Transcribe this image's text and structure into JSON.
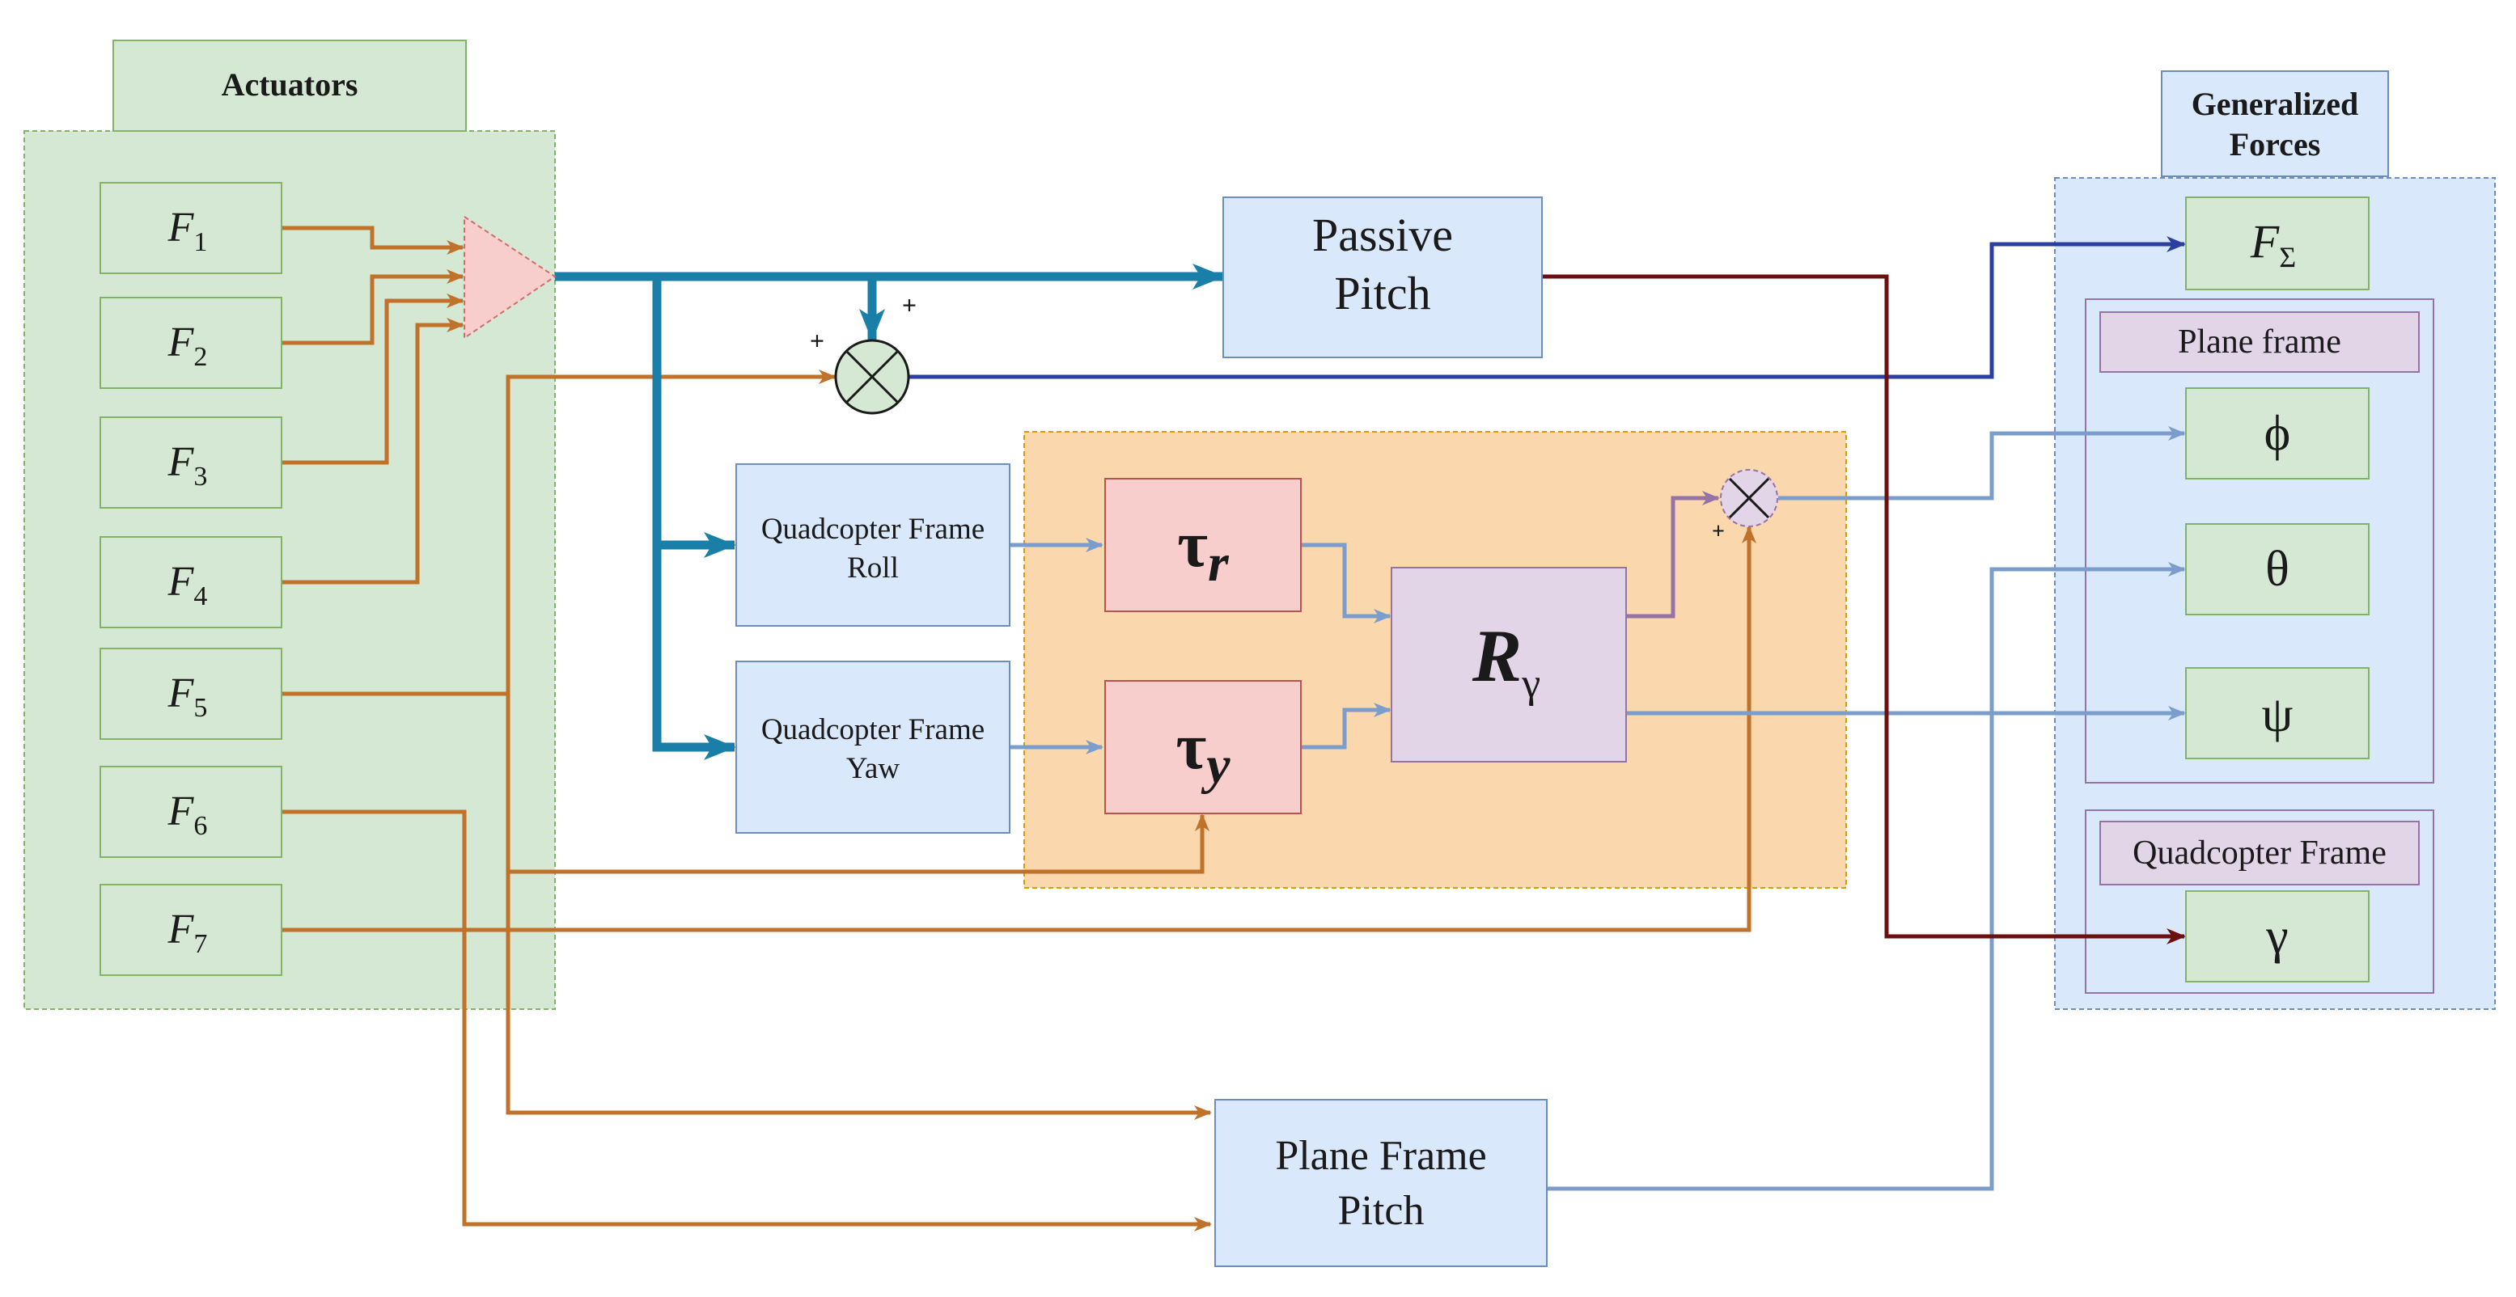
{
  "colors": {
    "green_fill": "#d5e8d4",
    "green_stroke": "#82b366",
    "blue_fill": "#dae8fc",
    "blue_stroke": "#6c8ebf",
    "red_fill": "#f8cecc",
    "red_stroke": "#b85450",
    "purple_fill": "#e1d5e7",
    "purple_stroke": "#9673a6",
    "orange_fill": "#fad7ac",
    "orange_stroke": "#d79b00",
    "orange_line": "#c0712a",
    "teal_line": "#1a7fa8",
    "navy_line": "#2b3fa0",
    "steel_line": "#7b9dcc",
    "maroon_line": "#6b0f0f",
    "purple_line": "#9673a6"
  },
  "actuators": {
    "title": "Actuators",
    "items": [
      {
        "sym": "F",
        "sub": "1"
      },
      {
        "sym": "F",
        "sub": "2"
      },
      {
        "sym": "F",
        "sub": "3"
      },
      {
        "sym": "F",
        "sub": "4"
      },
      {
        "sym": "F",
        "sub": "5"
      },
      {
        "sym": "F",
        "sub": "6"
      },
      {
        "sym": "F",
        "sub": "7"
      }
    ]
  },
  "blocks": {
    "passive_pitch": [
      "Passive",
      "Pitch"
    ],
    "qf_roll": [
      "Quadcopter Frame",
      "Roll"
    ],
    "qf_yaw": [
      "Quadcopter Frame",
      "Yaw"
    ],
    "tau_r": {
      "sym": "τ",
      "sub": "r"
    },
    "tau_y": {
      "sym": "τ",
      "sub": "y"
    },
    "r_gamma": {
      "sym": "R",
      "sub": "γ"
    },
    "plane_frame_pitch": [
      "Plane Frame",
      "Pitch"
    ]
  },
  "summers": {
    "main_plus_left": "+",
    "main_plus_right": "+",
    "small_plus": "+"
  },
  "generalized_forces": {
    "title": [
      "Generalized",
      "Forces"
    ],
    "f_sigma": {
      "sym": "F",
      "sub": "Σ"
    },
    "plane_frame_label": "Plane frame",
    "phi": "ϕ",
    "theta": "θ",
    "psi": "ψ",
    "quadcopter_frame_label": "Quadcopter Frame",
    "gamma": "γ"
  }
}
